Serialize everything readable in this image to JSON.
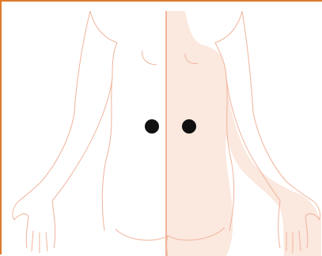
{
  "colors": {
    "frame": "#e07a2a",
    "outline": "#f0b49c",
    "skin_right": "#fbe8de",
    "skin_left": "#ffffff",
    "marker": "#111111"
  },
  "figure": {
    "view": "back",
    "markers": [
      {
        "name": "marker-left-lower-back"
      },
      {
        "name": "marker-right-lower-back"
      }
    ]
  }
}
